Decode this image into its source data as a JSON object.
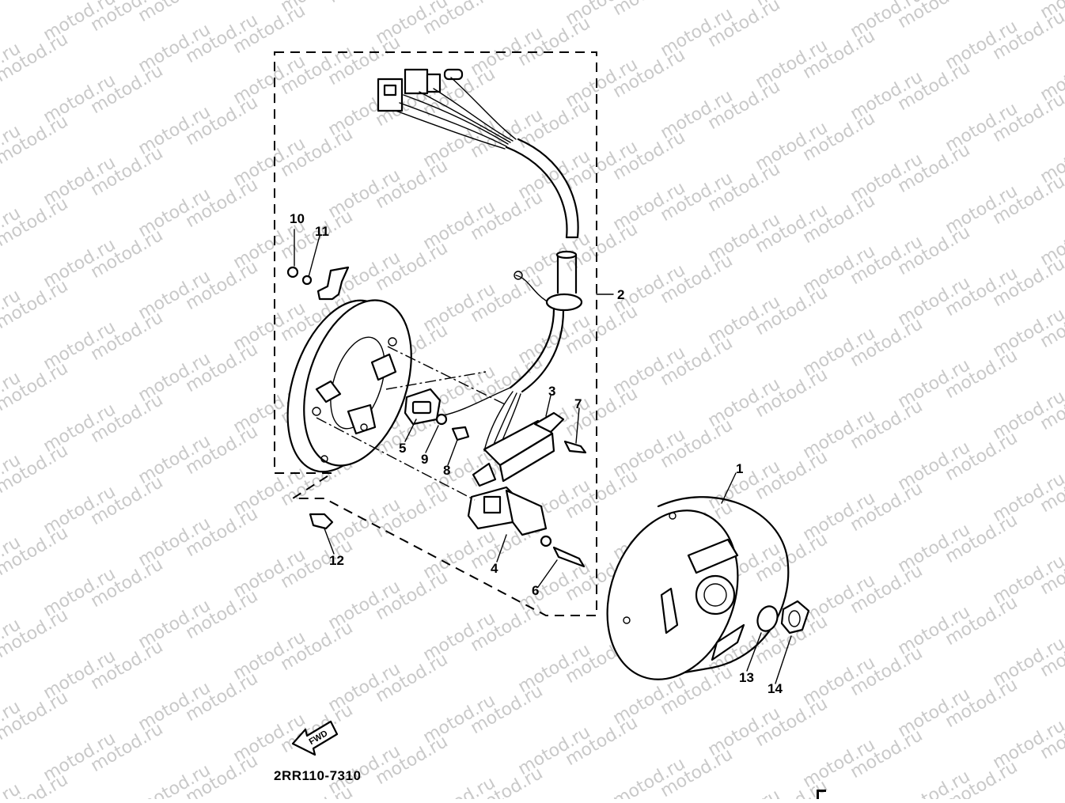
{
  "watermark": {
    "text": "motod.ru"
  },
  "diagram_code": "2RR110-7310",
  "fwd_label": "FWD",
  "callouts": [
    "1",
    "2",
    "3",
    "4",
    "5",
    "6",
    "7",
    "8",
    "9",
    "10",
    "11",
    "12",
    "13",
    "14"
  ]
}
